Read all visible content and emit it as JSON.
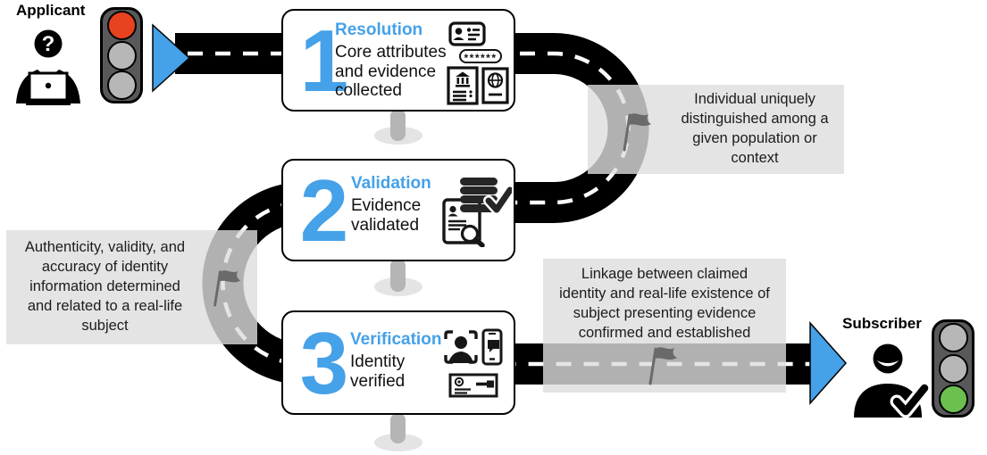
{
  "applicant": {
    "label": "Applicant"
  },
  "subscriber": {
    "label": "Subscriber"
  },
  "steps": [
    {
      "number": "1",
      "title": "Resolution",
      "description": "Core attributes\nand evidence\ncollected",
      "icons": [
        "id-card",
        "password-field",
        "certificate-document",
        "passport"
      ],
      "password_mask": "******"
    },
    {
      "number": "2",
      "title": "Validation",
      "description": "Evidence\nvalidated",
      "icons": [
        "database-check",
        "document-search"
      ]
    },
    {
      "number": "3",
      "title": "Verification",
      "description": "Identity\nverified",
      "icons": [
        "face-capture",
        "smartphone-chat",
        "mail-postcard"
      ]
    }
  ],
  "callouts": {
    "resolution": "Individual uniquely\ndistinguished among a\ngiven population or\ncontext",
    "validation": "Authenticity, validity, and\naccuracy of identity\ninformation determined\nand related to a real-life\nsubject",
    "verification": "Linkage between claimed\nidentity and real-life existence of\nsubject presenting evidence\nconfirmed and established"
  },
  "traffic_lights": {
    "applicant": [
      "red",
      "off",
      "off"
    ],
    "subscriber": [
      "off",
      "off",
      "green"
    ]
  },
  "icons_text": {
    "question_mark": "?"
  },
  "colors": {
    "accent_blue": "#45A1E8",
    "stop_red": "#E8421F",
    "go_green": "#6CC04F",
    "road": "#000000",
    "callout_bg": "#E4E4E4",
    "flag": "#6A6A6A"
  }
}
